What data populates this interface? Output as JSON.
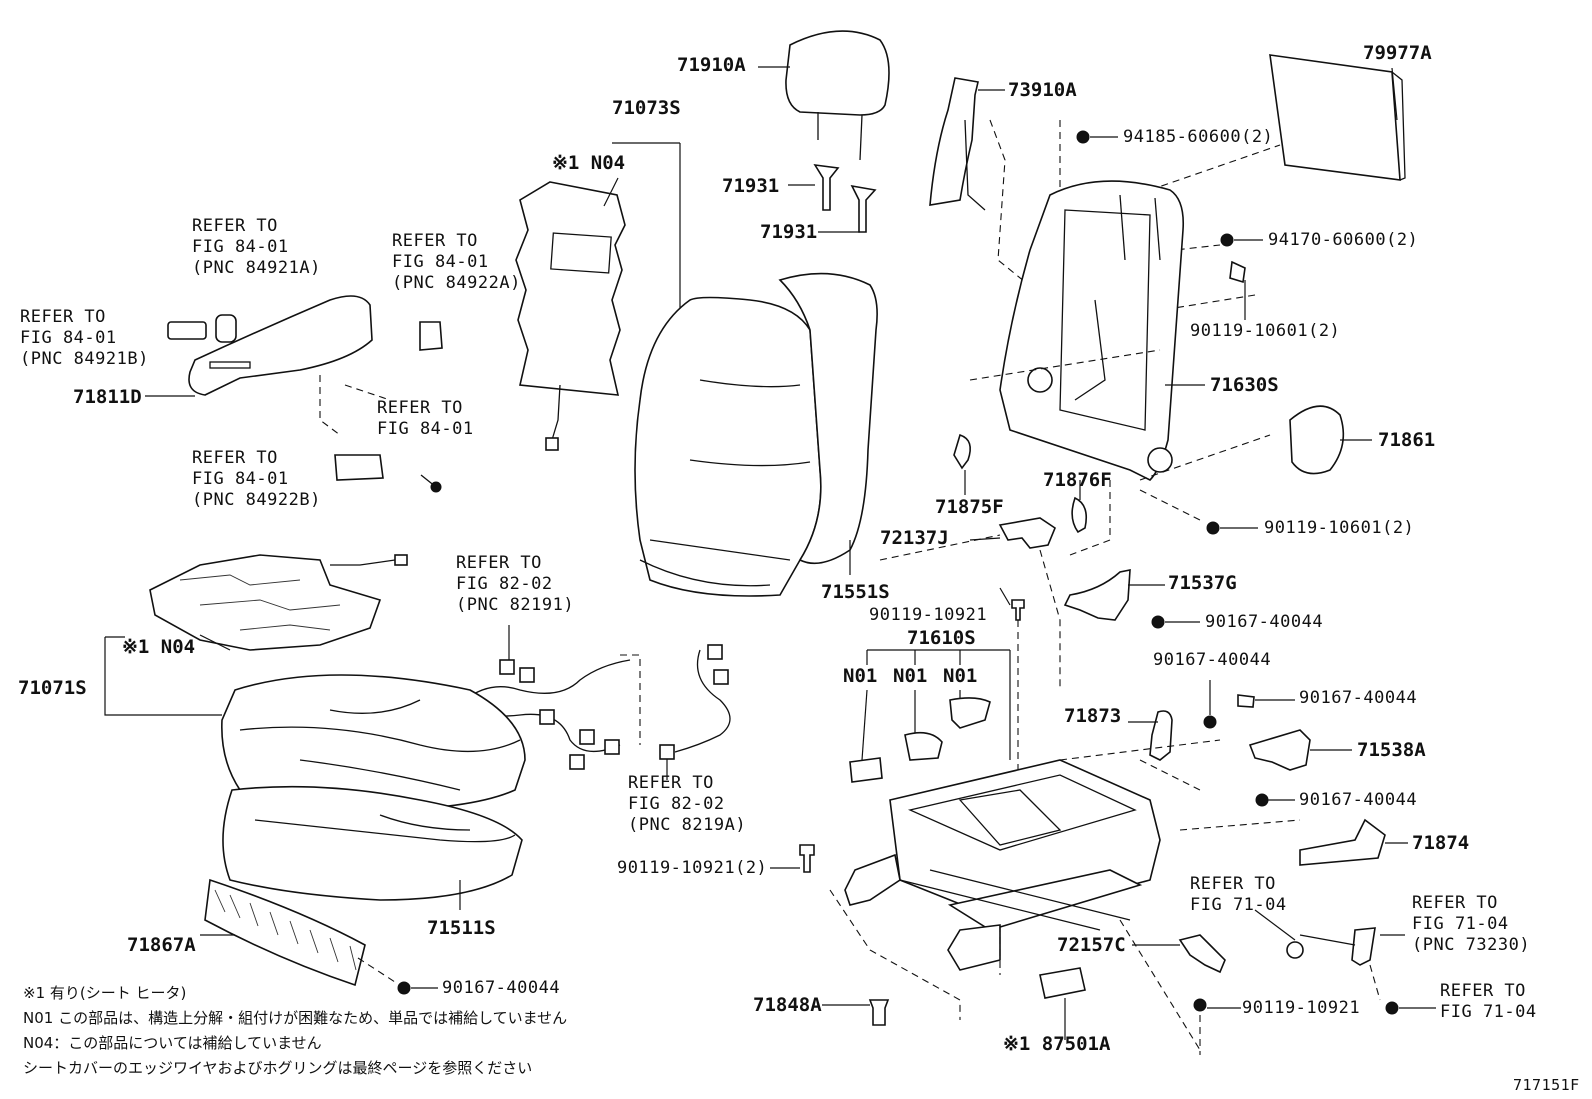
{
  "labels": {
    "headrest": "71910A",
    "back_assy": "71073S",
    "n04_back": "※1 N04",
    "support_a": "71931",
    "support_b": "71931",
    "side_shield_back": "73910A",
    "back_board": "79977A",
    "nut_94185": "94185-60600(2)",
    "nut_94170": "94170-60600(2)",
    "bolt_90119_10601_a": "90119-10601(2)",
    "back_frame": "71630S",
    "recliner_cover": "71861",
    "bolt_90119_10601_b": "90119-10601(2)",
    "cover_71875f": "71875F",
    "cover_71876f": "71876F",
    "bracket_72137j": "72137J",
    "back_pad": "71551S",
    "bracket_71537g": "71537G",
    "bolt_90167_a": "90167-40044",
    "bolt_90119_10921_a": "90119-10921",
    "adjuster": "71610S",
    "n01_a": "N01",
    "n01_b": "N01",
    "n01_c": "N01",
    "bolt_90167_b": "90167-40044",
    "bolt_90167_c": "90167-40044",
    "part_71873": "71873",
    "cover_71538a": "71538A",
    "bolt_90167_d": "90167-40044",
    "part_71874": "71874",
    "cushion_assy": "71071S",
    "n04_cushion": "※1 N04",
    "side_shield": "71811D",
    "cushion_pad": "71511S",
    "cover_71867a": "71867A",
    "bolt_90167_e": "90167-40044",
    "bolt_90119_10921_b": "90119-10921(2)",
    "stopper": "71848A",
    "sensor": "※1 87501A",
    "bracket_72157c": "72157C",
    "bolt_90119_10921_c": "90119-10921",
    "diagram_id": "717151F"
  },
  "refer": {
    "r1": "REFER TO\nFIG 84-01\n(PNC 84921A)",
    "r2": "REFER TO\nFIG 84-01\n(PNC 84922A)",
    "r3": "REFER TO\nFIG 84-01\n(PNC 84921B)",
    "r4": "REFER TO\nFIG 84-01",
    "r5": "REFER TO\nFIG 84-01\n(PNC 84922B)",
    "r6": "REFER TO\nFIG 82-02\n(PNC 82191)",
    "r7": "REFER TO\nFIG 82-02\n(PNC 8219A)",
    "r8": "REFER TO\nFIG 71-04",
    "r9": "REFER TO\nFIG 71-04\n(PNC 73230)",
    "r10": "REFER TO\nFIG 71-04"
  },
  "notes": {
    "n1": "※1 有り(シート ヒータ)",
    "n2": "N01 この部品は、構造上分解・組付けが困難なため、単品では補給していません",
    "n3": "N04：この部品については補給していません",
    "n4": "シートカバーのエッジワイヤおよびホグリングは最終ページを参照ください"
  }
}
